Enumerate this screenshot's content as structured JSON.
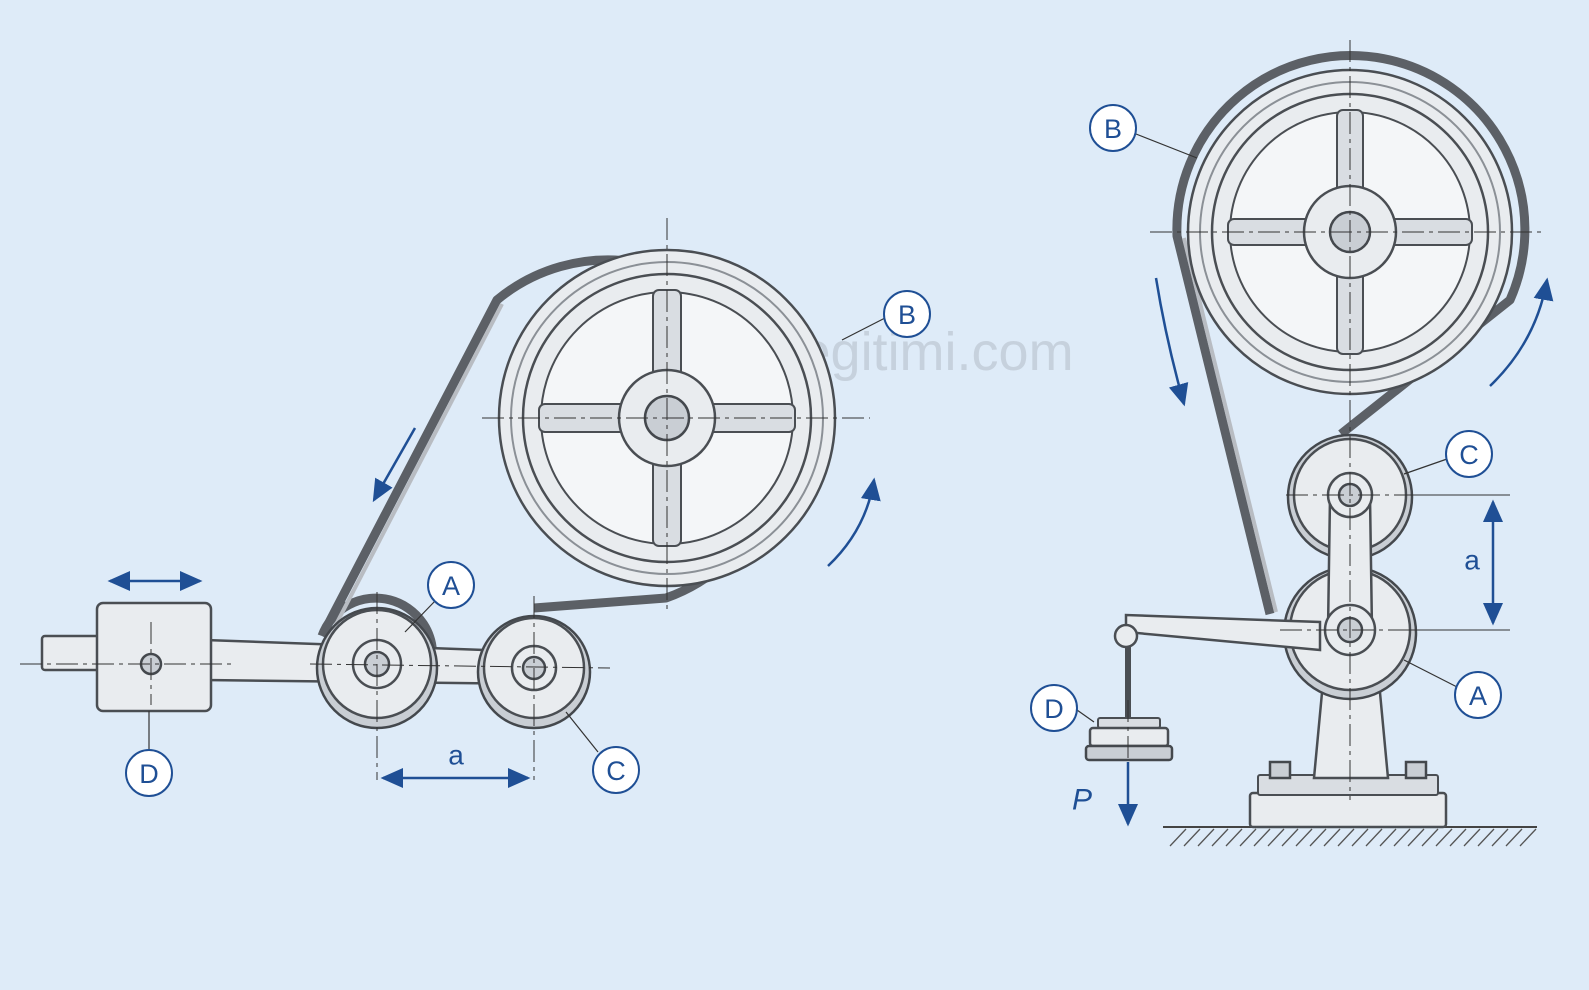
{
  "watermark": "makinaegitimi.com",
  "left_figure": {
    "labels": {
      "pulley_b": "B",
      "pulley_a": "A",
      "pulley_c": "C",
      "slider_d": "D"
    },
    "dimension": "a"
  },
  "right_figure": {
    "labels": {
      "pulley_b": "B",
      "pulley_a": "A",
      "pulley_c": "C",
      "weight_d": "D"
    },
    "dimension": "a",
    "load": "P"
  },
  "colors": {
    "background": "#deebf8",
    "annotation": "#1f4f95",
    "metal": "#e9ecef",
    "outline": "#4a4e53"
  }
}
